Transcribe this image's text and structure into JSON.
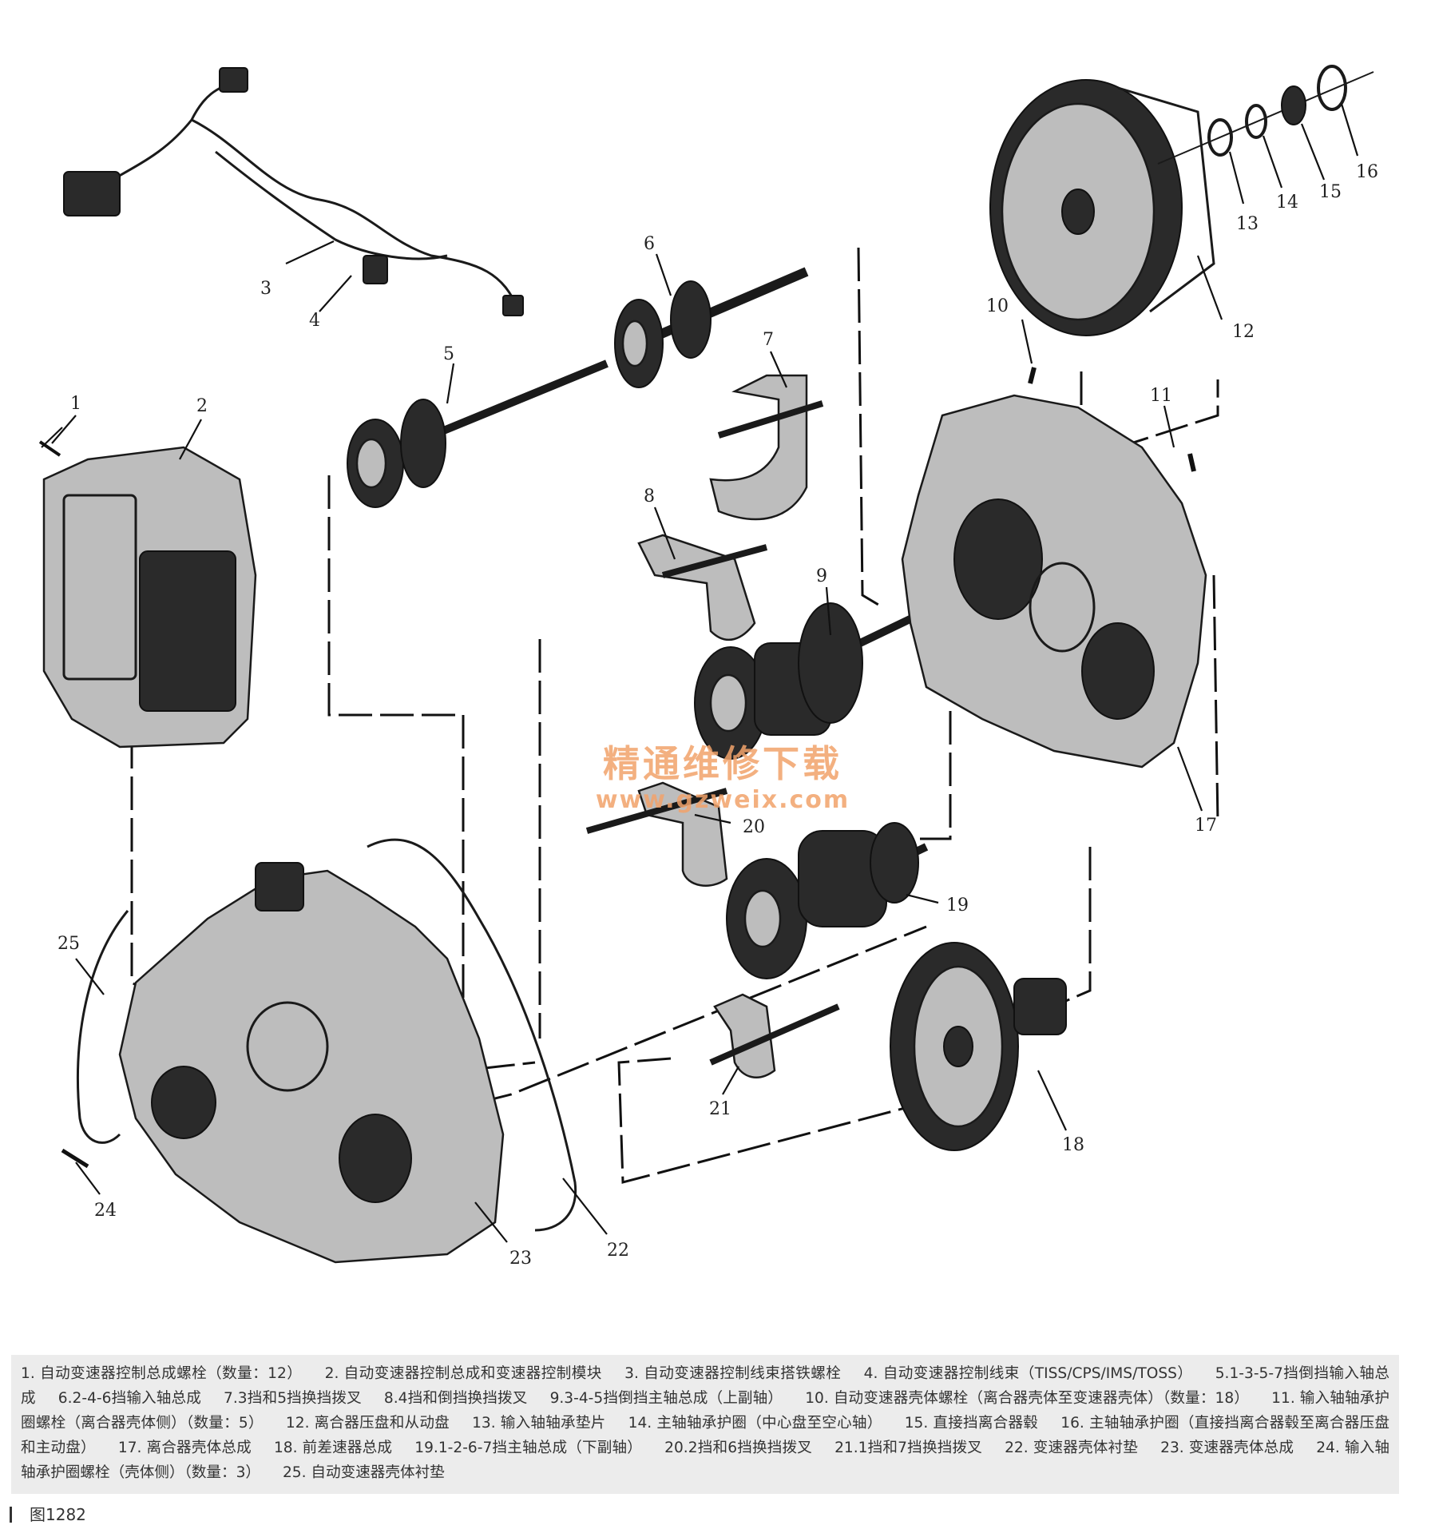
{
  "callouts": [
    "1",
    "2",
    "3",
    "4",
    "5",
    "6",
    "7",
    "8",
    "9",
    "10",
    "11",
    "12",
    "13",
    "14",
    "15",
    "16",
    "17",
    "18",
    "19",
    "20",
    "21",
    "22",
    "23",
    "24",
    "25"
  ],
  "watermark": {
    "line1": "精通维修下载",
    "line2": "www.gzweix.com"
  },
  "legend": [
    "1. 自动变速器控制总成螺栓（数量：12）",
    "2. 自动变速器控制总成和变速器控制模块",
    "3. 自动变速器控制线束搭铁螺栓",
    "4. 自动变速器控制线束（TISS/CPS/IMS/TOSS）",
    "5.1-3-5-7挡倒挡输入轴总成",
    "6.2-4-6挡输入轴总成",
    "7.3挡和5挡换挡拨叉",
    "8.4挡和倒挡换挡拨叉",
    "9.3-4-5挡倒挡主轴总成（上副轴）",
    "10. 自动变速器壳体螺栓（离合器壳体至变速器壳体）（数量：18）",
    "11. 输入轴轴承护圈螺栓（离合器壳体侧）（数量：5）",
    "12. 离合器压盘和从动盘",
    "13. 输入轴轴承垫片",
    "14. 主轴轴承护圈（中心盘至空心轴）",
    "15. 直接挡离合器毂",
    "16. 主轴轴承护圈（直接挡离合器毂至离合器压盘和主动盘）",
    "17. 离合器壳体总成",
    "18. 前差速器总成",
    "19.1-2-6-7挡主轴总成（下副轴）",
    "20.2挡和6挡换挡拨叉",
    "21.1挡和7挡换挡拨叉",
    "22. 变速器壳体衬垫",
    "23. 变速器壳体总成",
    "24. 输入轴轴承护圈螺栓（壳体侧）（数量：3）",
    "25. 自动变速器壳体衬垫"
  ],
  "figure_label": "图1282"
}
